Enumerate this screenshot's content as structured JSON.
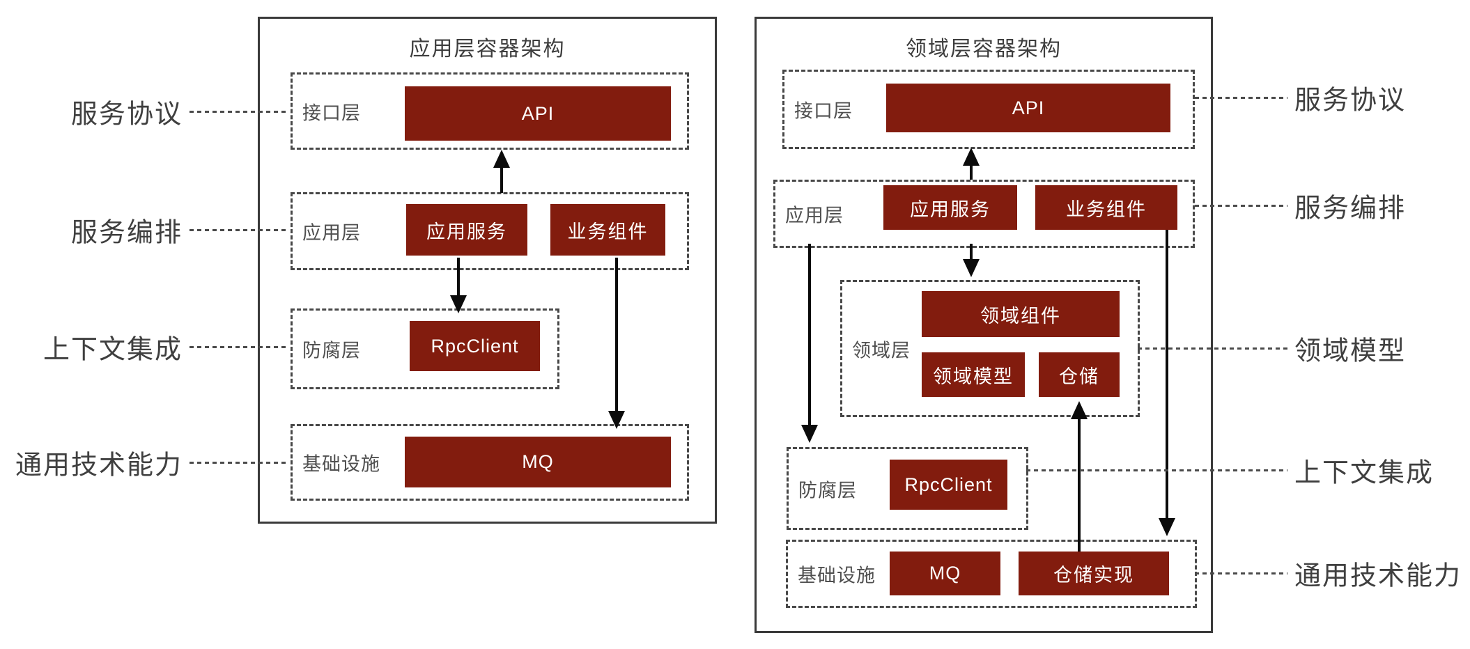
{
  "left_diagram": {
    "title": "应用层容器架构",
    "layers": {
      "interface": {
        "label": "接口层",
        "api": "API"
      },
      "application": {
        "label": "应用层",
        "app_service": "应用服务",
        "biz_component": "业务组件"
      },
      "acl": {
        "label": "防腐层",
        "rpc_client": "RpcClient"
      },
      "infrastructure": {
        "label": "基础设施",
        "mq": "MQ"
      }
    },
    "side_labels": {
      "service_protocol": "服务协议",
      "service_orchestration": "服务编排",
      "context_integration": "上下文集成",
      "common_tech_capability": "通用技术能力"
    },
    "relations": [
      {
        "from": "应用服务",
        "to": "API",
        "direction": "up"
      },
      {
        "from": "应用服务",
        "to": "RpcClient",
        "direction": "down"
      },
      {
        "from": "业务组件",
        "to": "MQ",
        "direction": "down"
      }
    ]
  },
  "right_diagram": {
    "title": "领域层容器架构",
    "layers": {
      "interface": {
        "label": "接口层",
        "api": "API"
      },
      "application": {
        "label": "应用层",
        "app_service": "应用服务",
        "biz_component": "业务组件"
      },
      "domain": {
        "label": "领域层",
        "domain_component": "领域组件",
        "domain_model": "领域模型",
        "repository": "仓储"
      },
      "acl": {
        "label": "防腐层",
        "rpc_client": "RpcClient"
      },
      "infrastructure": {
        "label": "基础设施",
        "mq": "MQ",
        "repository_impl": "仓储实现"
      }
    },
    "side_labels": {
      "service_protocol": "服务协议",
      "service_orchestration": "服务编排",
      "domain_model": "领域模型",
      "context_integration": "上下文集成",
      "common_tech_capability": "通用技术能力"
    },
    "relations": [
      {
        "from": "应用服务",
        "to": "API",
        "direction": "up"
      },
      {
        "from": "应用服务",
        "to": "领域组件",
        "direction": "down"
      },
      {
        "from": "应用层",
        "to": "防腐层",
        "direction": "down"
      },
      {
        "from": "仓储实现",
        "to": "仓储",
        "direction": "up"
      },
      {
        "from": "业务组件",
        "to": "基础设施",
        "direction": "down"
      }
    ]
  },
  "colors": {
    "box_fill": "#821C0E",
    "box_text": "#FFFFFF",
    "solid_border": "#3A3A3A",
    "dashed_border": "#484848",
    "label_text": "#3F3F3F",
    "arrow": "#0B0B0B",
    "background": "#FFFFFF"
  }
}
